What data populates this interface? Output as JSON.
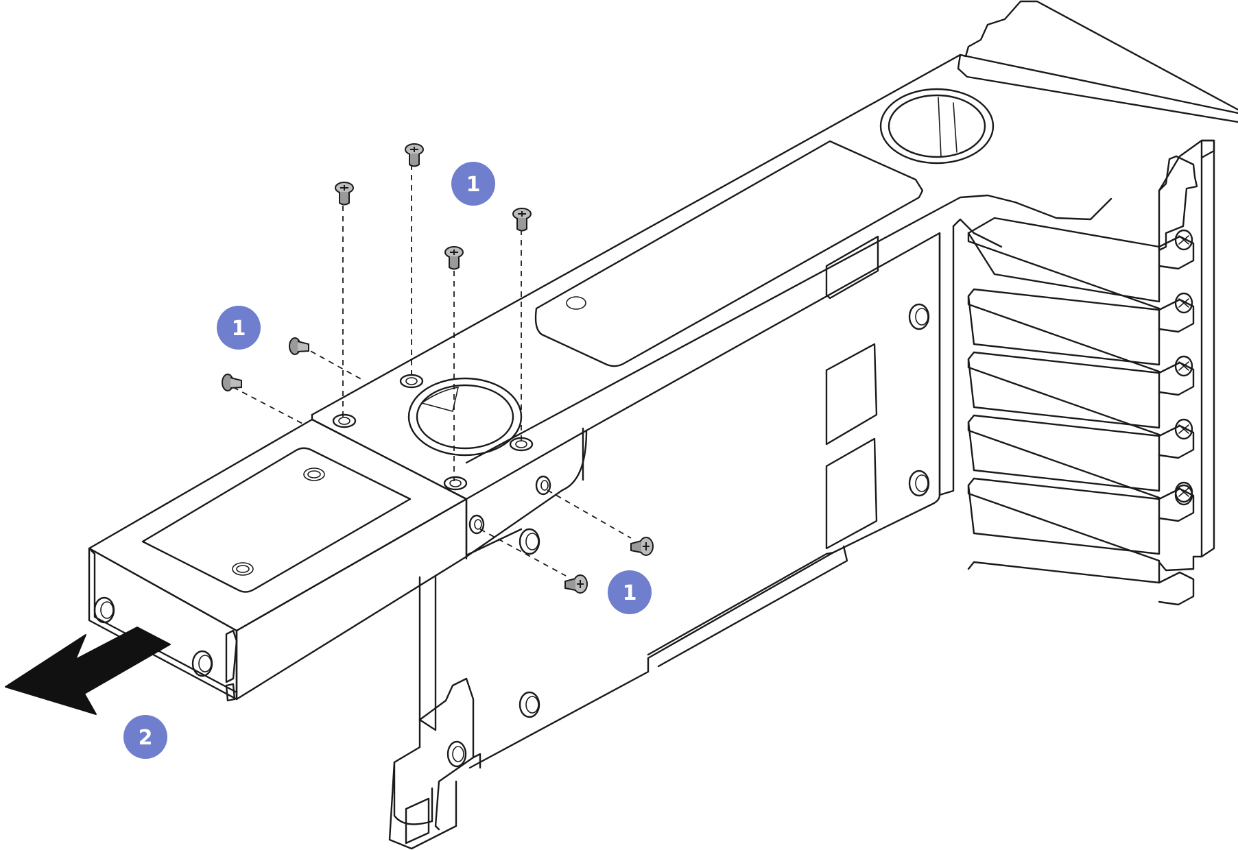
{
  "colors": {
    "line": "#1a1a1a",
    "callout_fill": "#6f7fce",
    "callout_text": "#ffffff",
    "module_fill": "#dcdcdc",
    "screw_fill": "#9a9a9a",
    "arrow": "#111111",
    "hatch": "#e8e8e8"
  },
  "callouts": [
    {
      "label": "1"
    },
    {
      "label": "1"
    },
    {
      "label": "1"
    },
    {
      "label": "2"
    }
  ],
  "icons": {
    "screw": "screw-icon",
    "arrow": "removal-arrow-icon"
  }
}
